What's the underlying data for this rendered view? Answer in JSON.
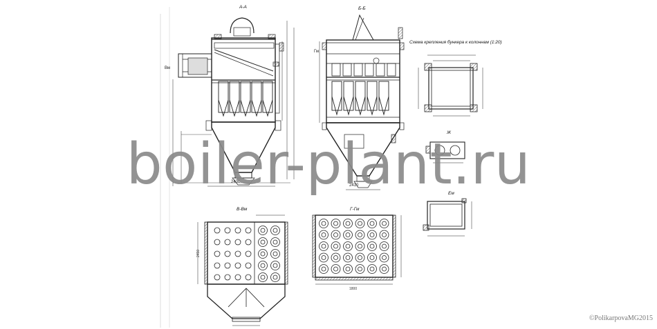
{
  "watermark": "boiler-plant.ru",
  "copyright": "©PolikarpovaMG2015",
  "views": {
    "section_aa": {
      "title": "А-А"
    },
    "section_bb": {
      "title": "Б-Б"
    },
    "section_vv": {
      "title": "В-Вм"
    },
    "section_gg": {
      "title": "Г-Гм"
    },
    "mount_scheme": {
      "title": "Схема крепления бункера к колоннам (1:20)"
    },
    "detail_zh": {
      "title": "Ж"
    },
    "detail_e": {
      "title": "Ем"
    }
  },
  "labels": {
    "a_ref": "А",
    "b_ref": "Б",
    "v_ref": "Вм",
    "g_ref": "Гм",
    "dim_2400": "2400",
    "dim_2410": "2410",
    "dim_2450": "2450",
    "dim_1800": "1800"
  }
}
